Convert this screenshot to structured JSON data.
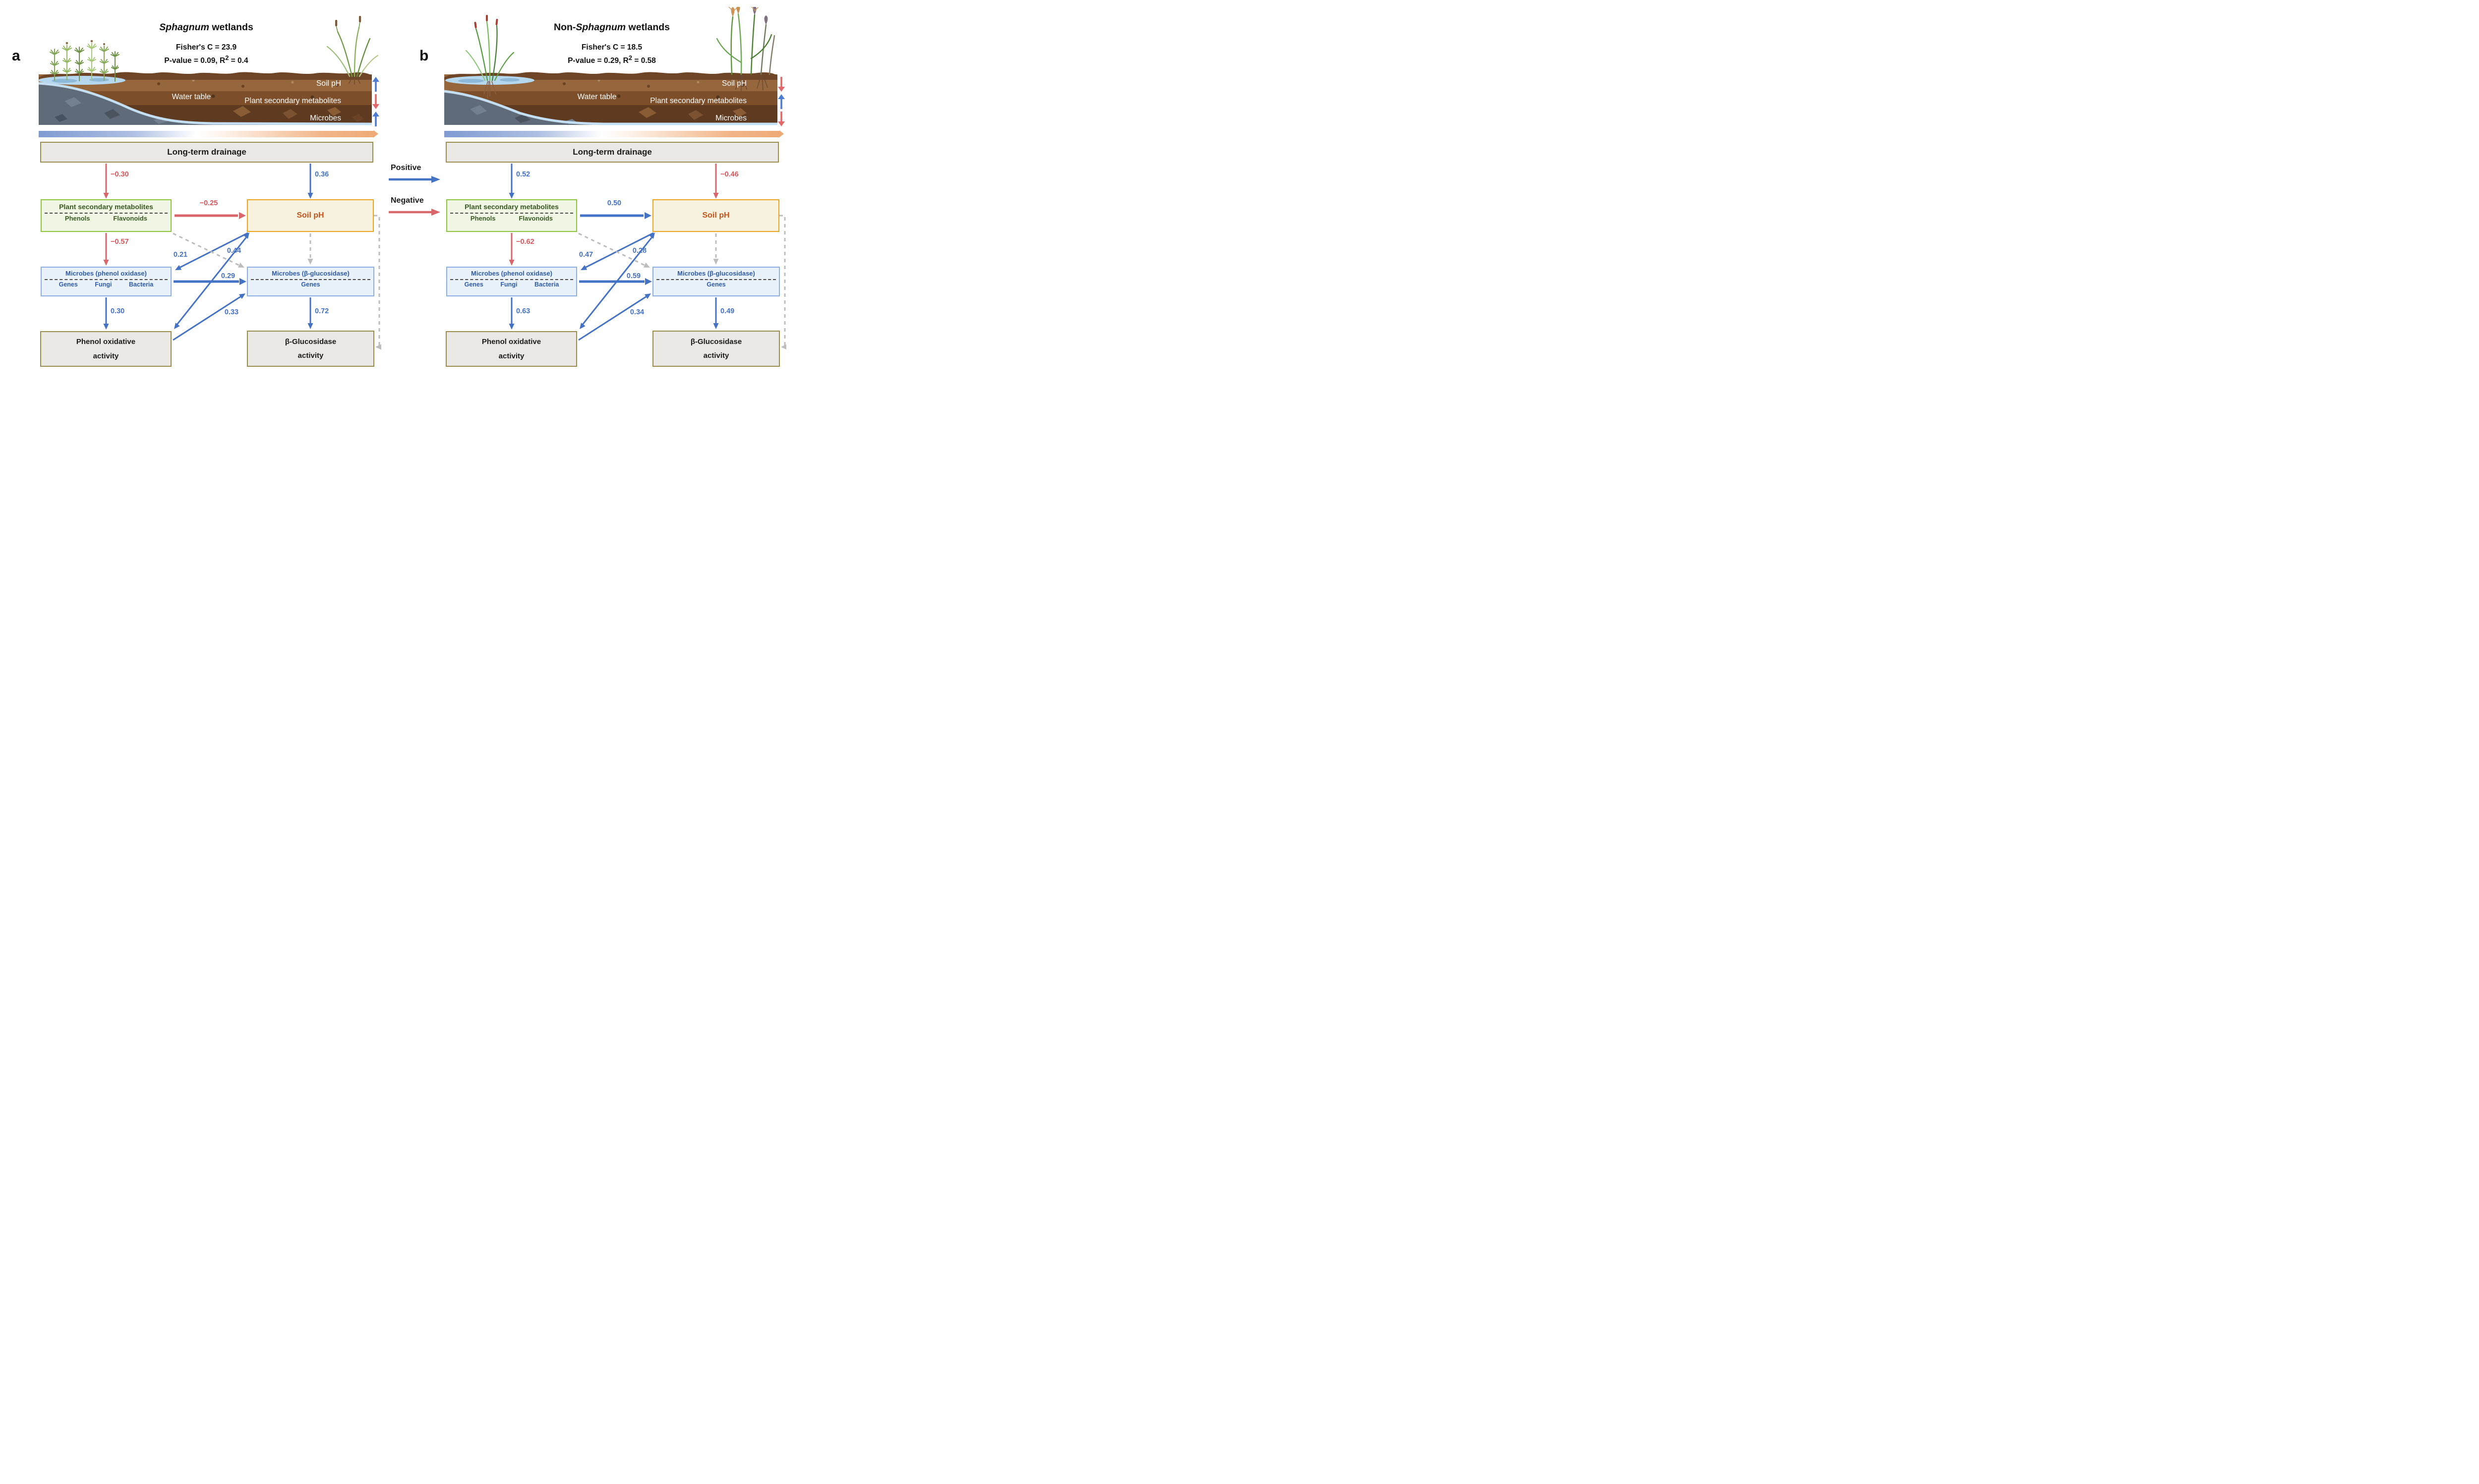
{
  "figure": {
    "type": "structural-equation-model-diagram"
  },
  "colors": {
    "positive": "#4472c4",
    "negative": "#d9666b",
    "nonsignificant": "#bdbdbd",
    "psm_box_green": "#8cc63e",
    "soil_ph_box_orange": "#eda51f",
    "microbe_box_blue": "#8fb0e3",
    "olive_box_border": "#9b8d4d",
    "drainage_gradient": [
      "#7f9bd1",
      "#ffffff",
      "#f2b588"
    ]
  },
  "legend": {
    "positive_label": "Positive",
    "negative_label": "Negative"
  },
  "panels": [
    {
      "letter": "a",
      "title_pre": "",
      "title_italic": "Sphagnum",
      "title_post": " wetlands",
      "stats_line1": "Fisher's C = 23.9",
      "stats2_pre": "P-value = 0.09, R",
      "stats2_sup": "2",
      "stats2_post": " = 0.4",
      "illustration": {
        "water_table_label": "Water table",
        "side_labels": [
          {
            "text": "Soil pH",
            "trend": "up"
          },
          {
            "text": "Plant secondary metabolites",
            "trend": "down"
          },
          {
            "text": "Microbes",
            "trend": "up"
          }
        ]
      },
      "boxes": {
        "drainage": "Long-term drainage",
        "psm_title": "Plant secondary metabolites",
        "psm_sub1": "Phenols",
        "psm_sub2": "Flavonoids",
        "soil_ph": "Soil pH",
        "mpo_title": "Microbes (phenol oxidase)",
        "mpo_sub1": "Genes",
        "mpo_sub2": "Fungi",
        "mpo_sub3": "Bacteria",
        "mbg_title": "Microbes (β-glucosidase)",
        "mbg_sub1": "Genes",
        "poa_line1": "Phenol oxidative",
        "poa_line2": "activity",
        "bga_line1": "β-Glucosidase",
        "bga_line2": "activity"
      },
      "coeffs": {
        "drainage_psm": "−0.30",
        "drainage_ph": "0.36",
        "psm_ph": "−0.25",
        "psm_mpo": "−0.57",
        "ph_mpo": "0.21",
        "ph_poa": "0.44",
        "mpo_mbg": "0.29",
        "mpo_poa": "0.30",
        "poa_mbg": "0.33",
        "mbg_bga": "0.72"
      },
      "signs": {
        "drainage_psm": "neg",
        "drainage_ph": "pos",
        "psm_ph": "neg",
        "psm_mpo": "neg",
        "ph_mpo": "pos",
        "ph_poa": "pos",
        "mpo_mbg": "pos",
        "mpo_poa": "pos",
        "poa_mbg": "pos",
        "mbg_bga": "pos"
      }
    },
    {
      "letter": "b",
      "title_pre": "Non-",
      "title_italic": "Sphagnum",
      "title_post": " wetlands",
      "stats_line1": "Fisher's C = 18.5",
      "stats2_pre": "P-value = 0.29, R",
      "stats2_sup": "2",
      "stats2_post": " = 0.58",
      "illustration": {
        "water_table_label": "Water table",
        "side_labels": [
          {
            "text": "Soil pH",
            "trend": "down"
          },
          {
            "text": "Plant secondary metabolites",
            "trend": "up"
          },
          {
            "text": "Microbes",
            "trend": "down"
          }
        ]
      },
      "boxes": {
        "drainage": "Long-term drainage",
        "psm_title": "Plant secondary metabolites",
        "psm_sub1": "Phenols",
        "psm_sub2": "Flavonoids",
        "soil_ph": "Soil pH",
        "mpo_title": "Microbes (phenol oxidase)",
        "mpo_sub1": "Genes",
        "mpo_sub2": "Fungi",
        "mpo_sub3": "Bacteria",
        "mbg_title": "Microbes (β-glucosidase)",
        "mbg_sub1": "Genes",
        "poa_line1": "Phenol oxidative",
        "poa_line2": "activity",
        "bga_line1": "β-Glucosidase",
        "bga_line2": "activity"
      },
      "coeffs": {
        "drainage_psm": "0.52",
        "drainage_ph": "−0.46",
        "psm_ph": "0.50",
        "psm_mpo": "−0.62",
        "ph_mpo": "0.47",
        "ph_poa": "0.28",
        "mpo_mbg": "0.59",
        "mpo_poa": "0.63",
        "poa_mbg": "0.34",
        "mbg_bga": "0.49"
      },
      "signs": {
        "drainage_psm": "pos",
        "drainage_ph": "neg",
        "psm_ph": "pos",
        "psm_mpo": "neg",
        "ph_mpo": "pos",
        "ph_poa": "pos",
        "mpo_mbg": "pos",
        "mpo_poa": "pos",
        "poa_mbg": "pos",
        "mbg_bga": "pos"
      }
    }
  ]
}
